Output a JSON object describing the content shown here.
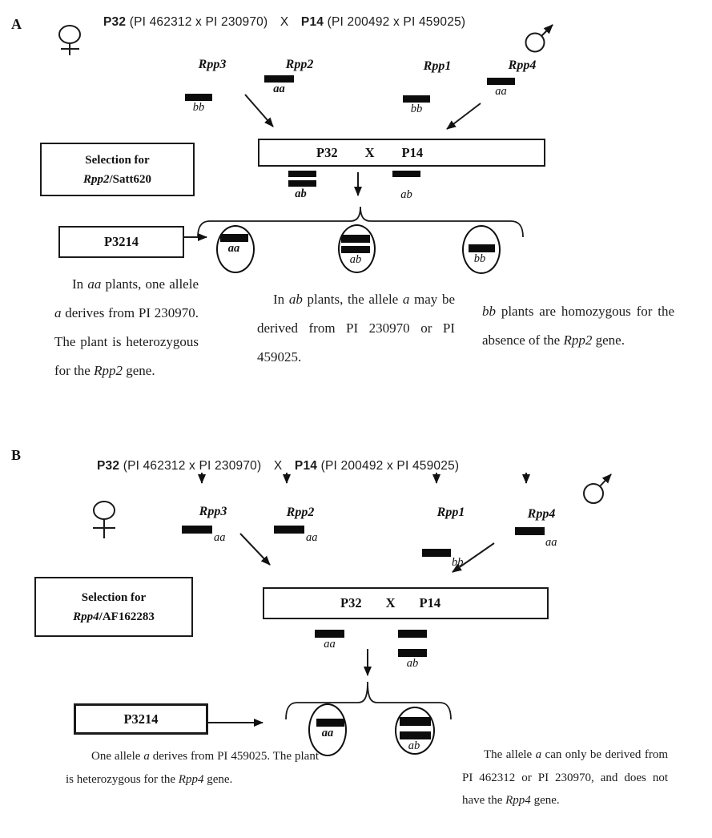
{
  "panel_a": {
    "label": "A",
    "title": {
      "parent1": "P32",
      "pedigree1": "(PI 462312 x PI 230970)",
      "cross": "X",
      "parent2": "P14",
      "pedigree2": "(PI 200492 x PI 459025)"
    },
    "genes": [
      {
        "name": "Rpp3",
        "allele": "bb"
      },
      {
        "name": "Rpp2",
        "allele": "aa"
      },
      {
        "name": "Rpp1",
        "allele": "bb"
      },
      {
        "name": "Rpp4",
        "allele": "aa"
      }
    ],
    "selection_box": {
      "line1": "Selection for",
      "gene": "Rpp2",
      "suffix": "/Satt620"
    },
    "cross_box": {
      "parent1": "P32",
      "x": "X",
      "parent2": "P14"
    },
    "gametes": {
      "left": "ab",
      "right": "ab"
    },
    "progeny_label": "P3214",
    "ovals": [
      {
        "allele": "aa"
      },
      {
        "allele": "ab"
      },
      {
        "allele": "bb"
      }
    ],
    "notes": [
      {
        "segs": [
          "In ",
          "aa",
          " plants, one allele ",
          "a",
          " derives from PI 230970. The plant is heterozygous for the ",
          "Rpp2",
          " gene."
        ]
      },
      {
        "segs": [
          "In ",
          "ab",
          " plants, the allele ",
          "a",
          " may be derived from PI 230970 or PI 459025."
        ]
      },
      {
        "segs": [
          "",
          "bb",
          " plants are homozygous for the absence of the ",
          "Rpp2",
          " gene."
        ]
      }
    ]
  },
  "panel_b": {
    "label": "B",
    "title": {
      "parent1": "P32",
      "pedigree1": "(PI 462312 x PI 230970)",
      "cross": "X",
      "parent2": "P14",
      "pedigree2": "(PI 200492 x PI 459025)"
    },
    "genes": [
      {
        "name": "Rpp3",
        "allele": "aa"
      },
      {
        "name": "Rpp2",
        "allele": "aa"
      },
      {
        "name": "Rpp1",
        "allele": "bb"
      },
      {
        "name": "Rpp4",
        "allele": "aa"
      }
    ],
    "selection_box": {
      "line1": "Selection for",
      "gene": "Rpp4",
      "suffix": "/AF162283"
    },
    "cross_box": {
      "parent1": "P32",
      "x": "X",
      "parent2": "P14"
    },
    "gametes": {
      "left": "aa",
      "right": "ab"
    },
    "progeny_label": "P3214",
    "ovals": [
      {
        "allele": "aa"
      },
      {
        "allele": "ab"
      }
    ],
    "notes": [
      {
        "segs": [
          "One allele ",
          "a",
          " derives from PI 459025. The plant is heterozygous for the ",
          "Rpp4",
          " gene."
        ]
      },
      {
        "segs": [
          "The allele ",
          "a",
          " can only be derived from PI 462312 or PI 230970, and does not have the ",
          "Rpp4",
          " gene."
        ]
      }
    ]
  }
}
